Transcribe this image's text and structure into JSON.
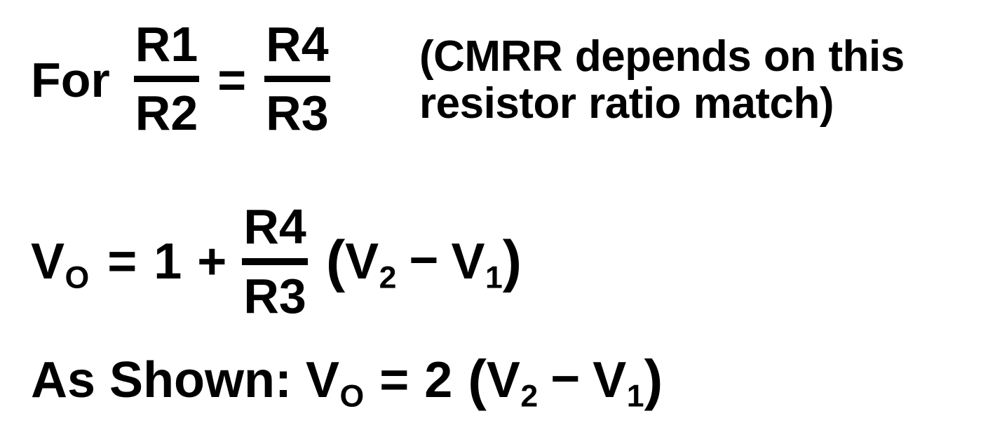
{
  "document": {
    "kind": "equation-figure",
    "background_color": "#ffffff",
    "text_color": "#000000"
  },
  "line1": {
    "lead_label": "For",
    "fraction_left": {
      "numerator": "R1",
      "denominator": "R2"
    },
    "equals": "=",
    "fraction_right": {
      "numerator": "R4",
      "denominator": "R3"
    },
    "note": "(CMRR depends on this resistor ratio match)"
  },
  "line2": {
    "output_var": "V",
    "output_sub": "O",
    "equals": "=",
    "one": "1",
    "plus": "+",
    "fraction": {
      "numerator": "R4",
      "denominator": "R3"
    },
    "open_paren": "(",
    "v2_var": "V",
    "v2_sub": "2",
    "minus": "−",
    "v1_var": "V",
    "v1_sub": "1",
    "close_paren": ")"
  },
  "line3": {
    "lead_label": "As Shown:",
    "output_var": "V",
    "output_sub": "O",
    "equals": "=",
    "gain": "2",
    "open_paren": "(",
    "v2_var": "V",
    "v2_sub": "2",
    "minus": "−",
    "v1_var": "V",
    "v1_sub": "1",
    "close_paren": ")"
  }
}
